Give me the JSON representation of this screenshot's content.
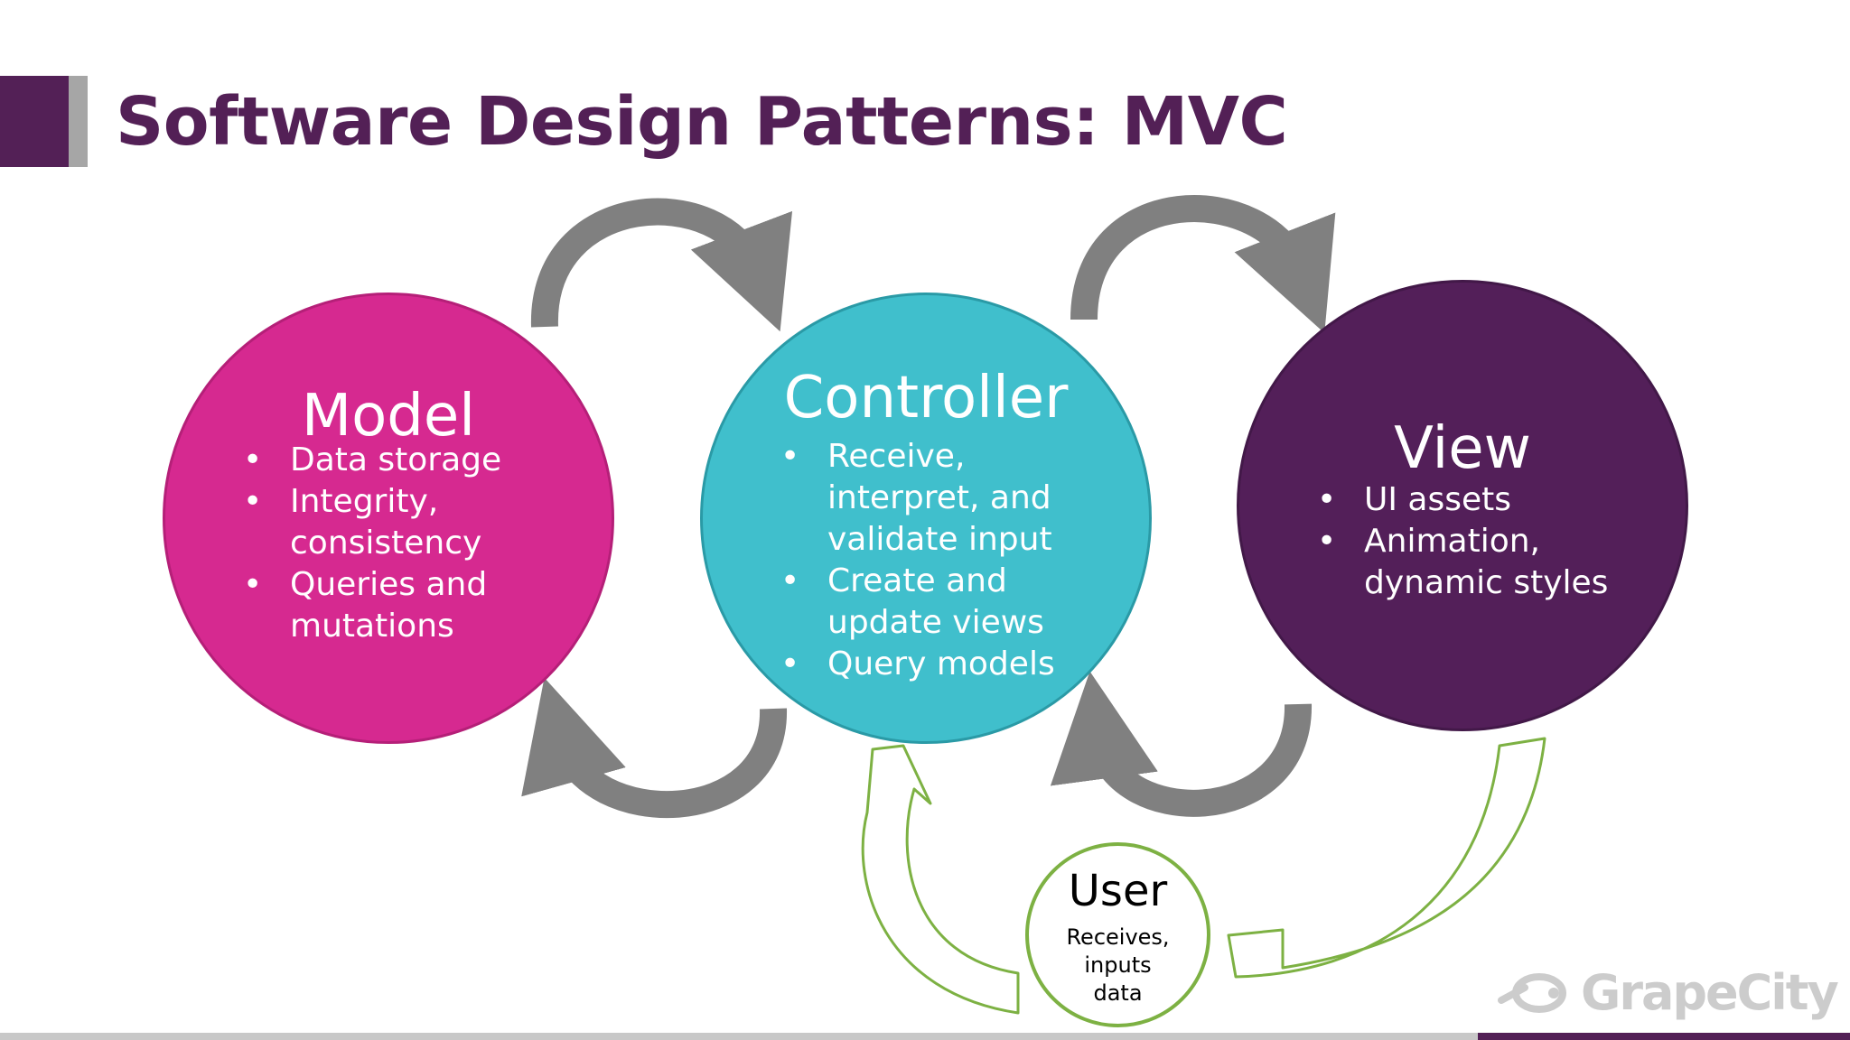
{
  "title": "Software Design Patterns: MVC",
  "model": {
    "title": "Model",
    "bullets": [
      "Data storage",
      "Integrity, consistency",
      "Queries and mutations"
    ],
    "color": "#d62990"
  },
  "controller": {
    "title": "Controller",
    "bullets": [
      "Receive, interpret, and validate input",
      "Create and update views",
      "Query models"
    ],
    "color": "#40bfcc"
  },
  "view": {
    "title": "View",
    "bullets": [
      "UI assets",
      "Animation, dynamic styles"
    ],
    "color": "#531f59"
  },
  "user": {
    "title": "User",
    "sub": [
      "Receives,",
      "inputs",
      "data"
    ],
    "color": "#7db143"
  },
  "logo": {
    "text": "GrapeCity",
    "icon": "grapecity-logo-icon"
  },
  "colors": {
    "title": "#532056",
    "arrow": "#808080"
  }
}
